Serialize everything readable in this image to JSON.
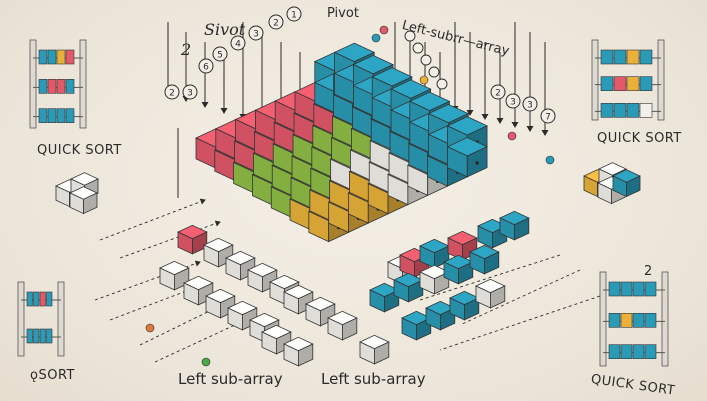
{
  "colors": {
    "red": "#e2596a",
    "green": "#8fbe46",
    "teal": "#2a9ab7",
    "yellow": "#e9b13a",
    "white": "#f2f0ea",
    "ink": "#2b2b2b"
  },
  "labels": {
    "quick_sort_left": "QUICK SORT",
    "quick_sort_right": "QUICK SORT",
    "quick_sort_bottom": "QUICK SORT",
    "quick_sort_bottom_left": "ǫSORT",
    "pivot": "Pivot",
    "pivot_left": "Sivot",
    "pivot_left_num": "2",
    "left_subarray_top": "Left-subrr—array",
    "left_subarray_bottom_1": "Left sub-array",
    "left_subarray_bottom_2": "Left sub-array",
    "bottom_right_num": "2"
  },
  "circle_labels": {
    "top_row": [
      "1",
      "2",
      "3",
      "4",
      "5",
      "6"
    ],
    "left_row": [
      "2",
      "3"
    ],
    "right_row": [
      "2",
      "3",
      "3",
      "7"
    ]
  },
  "icons": [
    "pivot-arrow-icon",
    "abacus-icon",
    "cube-icon"
  ]
}
